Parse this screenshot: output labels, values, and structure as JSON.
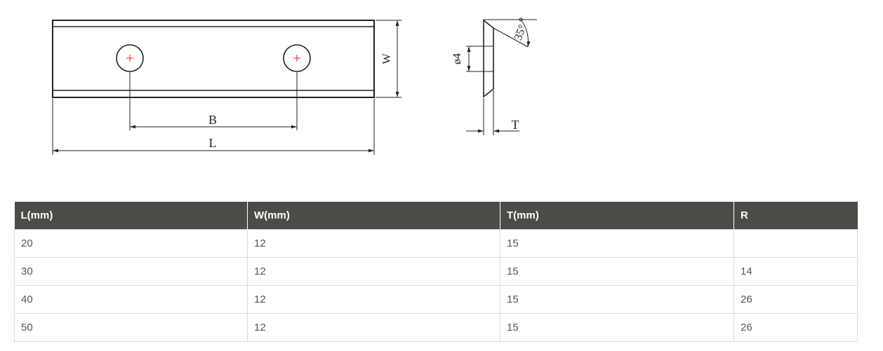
{
  "drawing": {
    "labels": {
      "width": "W",
      "hole_spacing": "B",
      "length": "L",
      "hole_diameter": "ø4",
      "angle": "35°",
      "thickness": "T"
    }
  },
  "table": {
    "headers": [
      "L(mm)",
      "W(mm)",
      "T(mm)",
      "R"
    ],
    "rows": [
      [
        "20",
        "12",
        "15",
        ""
      ],
      [
        "30",
        "12",
        "15",
        "14"
      ],
      [
        "40",
        "12",
        "15",
        "26"
      ],
      [
        "50",
        "12",
        "15",
        "26"
      ]
    ]
  }
}
